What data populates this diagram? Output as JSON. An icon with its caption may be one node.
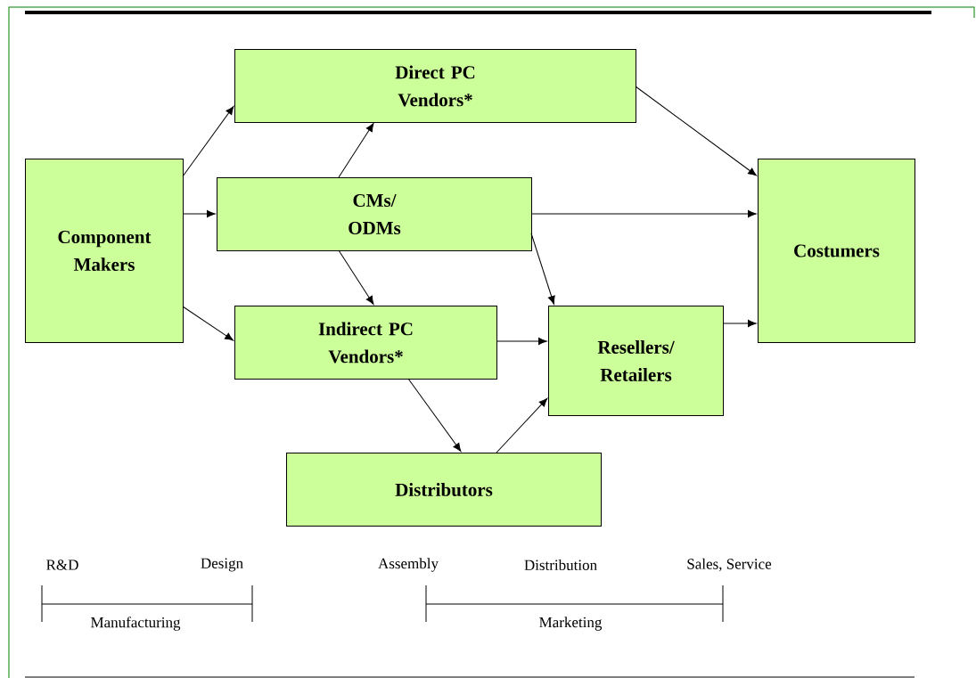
{
  "diagram": {
    "nodes": [
      {
        "text": [
          "Component Makers"
        ]
      },
      {
        "text": [
          "Direct PC Vendors*"
        ]
      },
      {
        "text": [
          "CMs/ ODMs"
        ]
      },
      {
        "text": [
          "Indirect PC Vendors*"
        ]
      },
      {
        "text": [
          "Costumers"
        ]
      },
      {
        "text": [
          "Resellers/ Retailers"
        ]
      },
      {
        "text": [
          "Distributors"
        ]
      }
    ],
    "edges": [
      {
        "from": 0,
        "to": 1,
        "arrow": "to"
      },
      {
        "from": 0,
        "to": 2,
        "arrow": "to"
      },
      {
        "from": 0,
        "to": 3,
        "arrow": "to"
      },
      {
        "from": 2,
        "to": 1,
        "arrow": "to"
      },
      {
        "from": 1,
        "to": 4,
        "arrow": "to"
      },
      {
        "from": 2,
        "to": 4,
        "arrow": "to"
      },
      {
        "from": 2,
        "to": 3,
        "arrow": "to"
      },
      {
        "from": 2,
        "to": 5,
        "arrow": "to"
      },
      {
        "from": 3,
        "to": 5,
        "arrow": "to"
      },
      {
        "from": 3,
        "to": 6,
        "arrow": "to"
      },
      {
        "from": 6,
        "to": 5,
        "arrow": "to"
      },
      {
        "from": 5,
        "to": 4,
        "arrow": "to"
      }
    ],
    "labels": [
      "R&D",
      "Design",
      "Assembly",
      "Distribution",
      "Sales, Service",
      "Manufacturing",
      "Marketing"
    ]
  }
}
